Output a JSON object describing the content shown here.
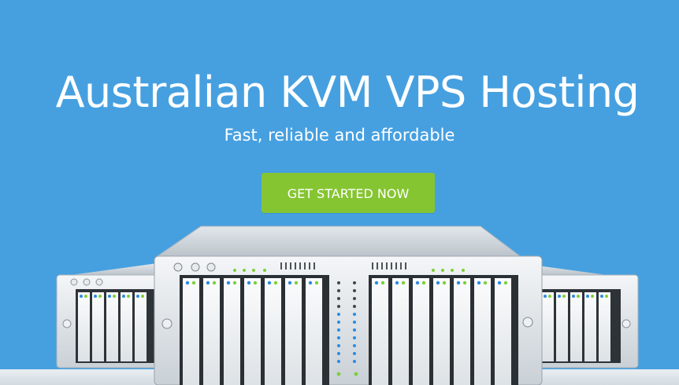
{
  "hero": {
    "title": "Australian KVM VPS Hosting",
    "subtitle": "Fast, reliable and affordable",
    "cta_label": "GET STARTED NOW"
  },
  "colors": {
    "background": "#46a0e0",
    "cta": "#86c532",
    "text": "#ffffff"
  }
}
